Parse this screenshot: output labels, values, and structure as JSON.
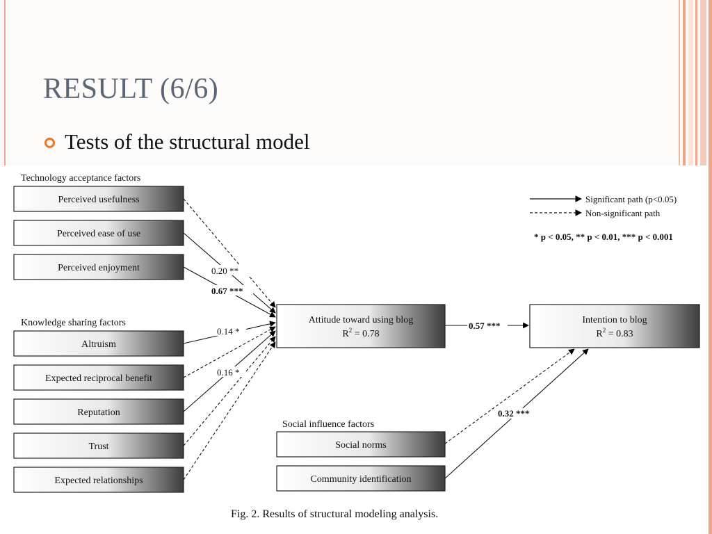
{
  "slide": {
    "title": "RESULT (6/6)",
    "bullet": "Tests of the structural model"
  },
  "colors": {
    "accent": "#e8792b",
    "title": "#5a6678",
    "stripe": "#f0a58a"
  },
  "diagram": {
    "groups": {
      "technology": "Technology acceptance factors",
      "knowledge": "Knowledge sharing factors",
      "social": "Social influence factors"
    },
    "factors": {
      "usefulness": "Perceived usefulness",
      "ease": "Perceived ease of use",
      "enjoyment": "Perceived enjoyment",
      "altruism": "Altruism",
      "reciprocal": "Expected reciprocal benefit",
      "reputation": "Reputation",
      "trust": "Trust",
      "relationships": "Expected relationships",
      "norms": "Social norms",
      "community": "Community identification"
    },
    "attitude": {
      "title": "Attitude toward using blog",
      "r2_label": "R",
      "r2_sup": "2",
      "r2_value": " = 0.78"
    },
    "intention": {
      "title": "Intention to blog",
      "r2_label": "R",
      "r2_sup": "2",
      "r2_value": " = 0.83"
    },
    "coefficients": {
      "ease": "0.20 **",
      "enjoyment": "0.67 ***",
      "altruism": "0.14 *",
      "reputation": "0.16 *",
      "attitude_intention": "0.57 ***",
      "community_intention": "0.32 ***"
    },
    "legend": {
      "significant": "Significant path (p<0.05)",
      "nonsignificant": "Non-significant path",
      "levels": "* p < 0.05, ** p < 0.01, *** p < 0.001"
    },
    "caption": "Fig. 2.  Results of structural modeling analysis."
  }
}
